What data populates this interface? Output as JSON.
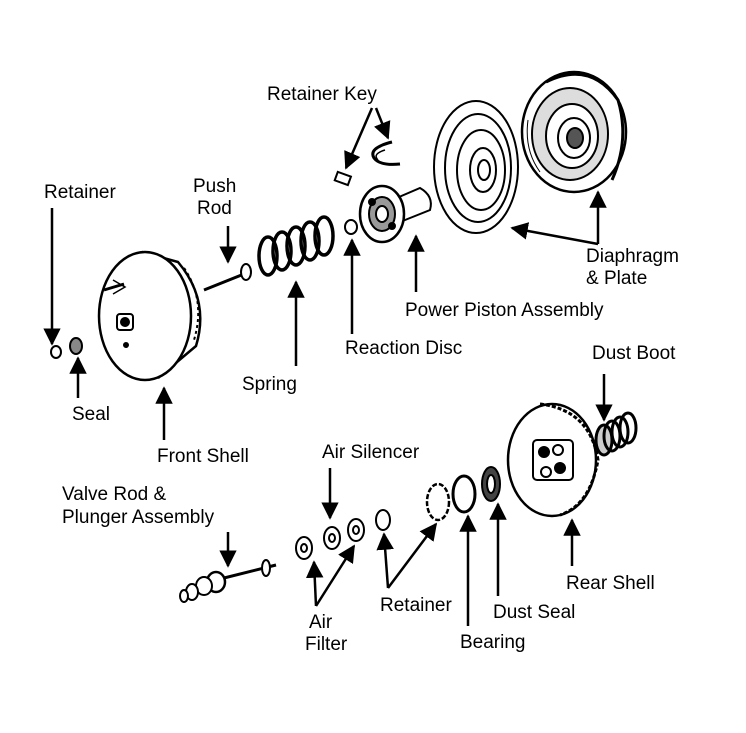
{
  "labels": {
    "retainer_key": "Retainer Key",
    "retainer_top": "Retainer",
    "push_rod_1": "Push",
    "push_rod_2": "Rod",
    "diaphragm_1": "Diaphragm",
    "diaphragm_2": "& Plate",
    "power_piston": "Power Piston Assembly",
    "reaction_disc": "Reaction Disc",
    "spring": "Spring",
    "seal": "Seal",
    "front_shell": "Front Shell",
    "dust_boot": "Dust Boot",
    "air_silencer": "Air Silencer",
    "valve_rod_1": "Valve Rod &",
    "valve_rod_2": "Plunger Assembly",
    "retainer_bottom": "Retainer",
    "air_filter_1": "Air",
    "air_filter_2": "Filter",
    "bearing": "Bearing",
    "dust_seal": "Dust Seal",
    "rear_shell": "Rear Shell"
  }
}
